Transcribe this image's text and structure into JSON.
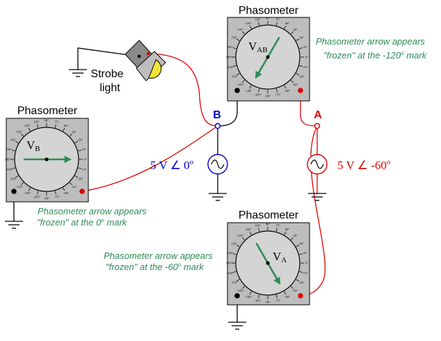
{
  "meters": {
    "vab": {
      "title": "Phasometer",
      "label_main": "V",
      "label_sub": "AB",
      "note_line1": "Phasometer arrow appears",
      "note_line2": "\"frozen\" at the -120",
      "note_line2_sup": "o",
      "note_line2_end": " mark",
      "arrow_angle_deg": -120
    },
    "vb": {
      "title": "Phasometer",
      "label_main": "V",
      "label_sub": "B",
      "note_line1": "Phasometer arrow appears",
      "note_line2": "\"frozen\" at the 0",
      "note_line2_sup": "o",
      "note_line2_end": " mark",
      "arrow_angle_deg": 0
    },
    "va": {
      "title": "Phasometer",
      "label_main": "V",
      "label_sub": "A",
      "note_line1": "Phasometer arrow appears",
      "note_line2": "\"frozen\" at the -60",
      "note_line2_sup": "o",
      "note_line2_end": " mark",
      "arrow_angle_deg": -60
    }
  },
  "dial_tick_labels": [
    "0°",
    "15°",
    "30°",
    "45°",
    "60°",
    "75°",
    "90°",
    "105°",
    "120°",
    "135°",
    "150°",
    "165°",
    "180°",
    "-165°",
    "-150°",
    "-135°",
    "-120°",
    "-105°",
    "-90°",
    "-75°",
    "-60°",
    "-45°",
    "-30°",
    "-15°"
  ],
  "strobe": {
    "line1": "Strobe",
    "line2": "light"
  },
  "node_b": {
    "label": "B"
  },
  "node_a": {
    "label": "A"
  },
  "source_b": {
    "label": "5 V ∠ 0",
    "sup": "o",
    "color": "#0000cc"
  },
  "source_a": {
    "label": "5 V ∠ -60",
    "sup": "o",
    "color": "#dd0000"
  },
  "colors": {
    "red_wire": "#dd0000",
    "node_b": "#0000cc",
    "node_a": "#dd0000",
    "note_text": "#2e8b57",
    "arrow": "#2e8b57",
    "meter_body": "#bdbdbd",
    "dial_face": "#d4d4d4",
    "strobe_lamp": "#f2e23a"
  }
}
